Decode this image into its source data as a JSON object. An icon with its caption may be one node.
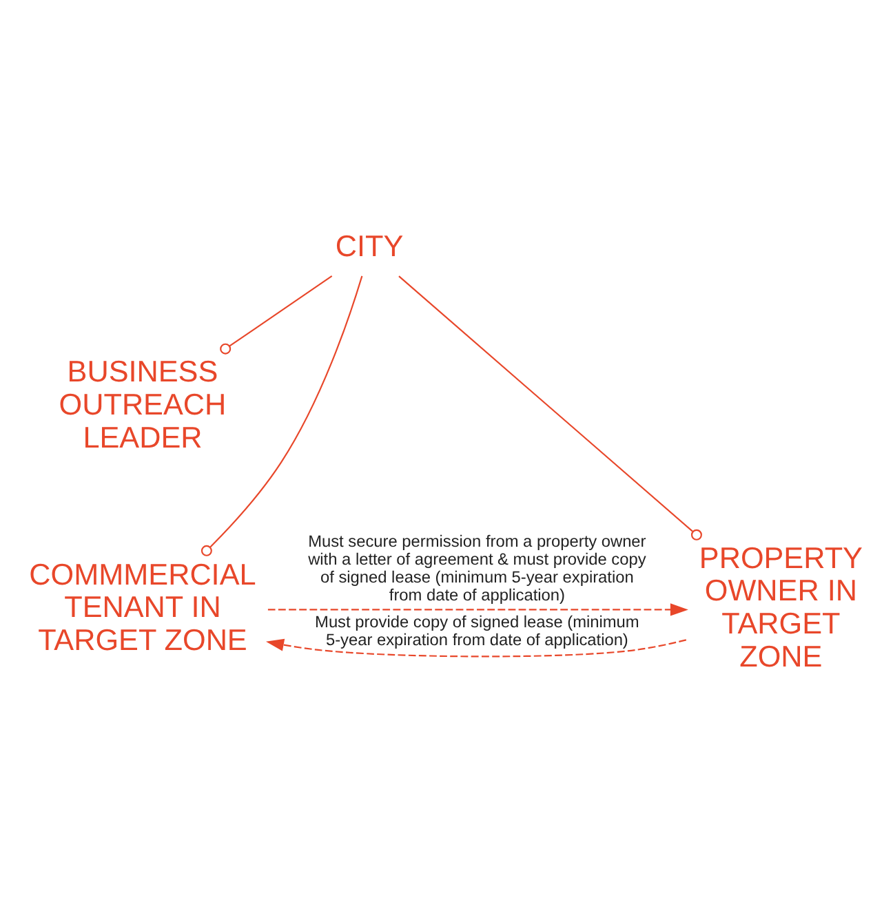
{
  "diagram": {
    "nodes": [
      {
        "text": [
          "CITY"
        ]
      },
      {
        "text": [
          "BUSINESS OUTREACH LEADER"
        ]
      },
      {
        "text": [
          "COMMMERCIAL TENANT IN TARGET ZONE"
        ]
      },
      {
        "text": [
          "PROPERTY OWNER IN TARGET ZONE"
        ]
      }
    ],
    "edges": [
      {
        "from": 0,
        "to": 1,
        "arrow": "other"
      },
      {
        "from": 0,
        "to": 2,
        "arrow": "other"
      },
      {
        "from": 0,
        "to": 3,
        "arrow": "other"
      },
      {
        "from": 2,
        "to": 3,
        "arrow": "to",
        "style": "dashed",
        "label": "Must secure permission from a property owner with a letter of agreement & must provide copy of signed lease (minimum 5-year expiration from date of application)"
      },
      {
        "from": 3,
        "to": 2,
        "arrow": "to",
        "style": "dashed",
        "label": "Must provide copy of signed lease (minimum 5-year expiration from date of application)"
      }
    ]
  }
}
